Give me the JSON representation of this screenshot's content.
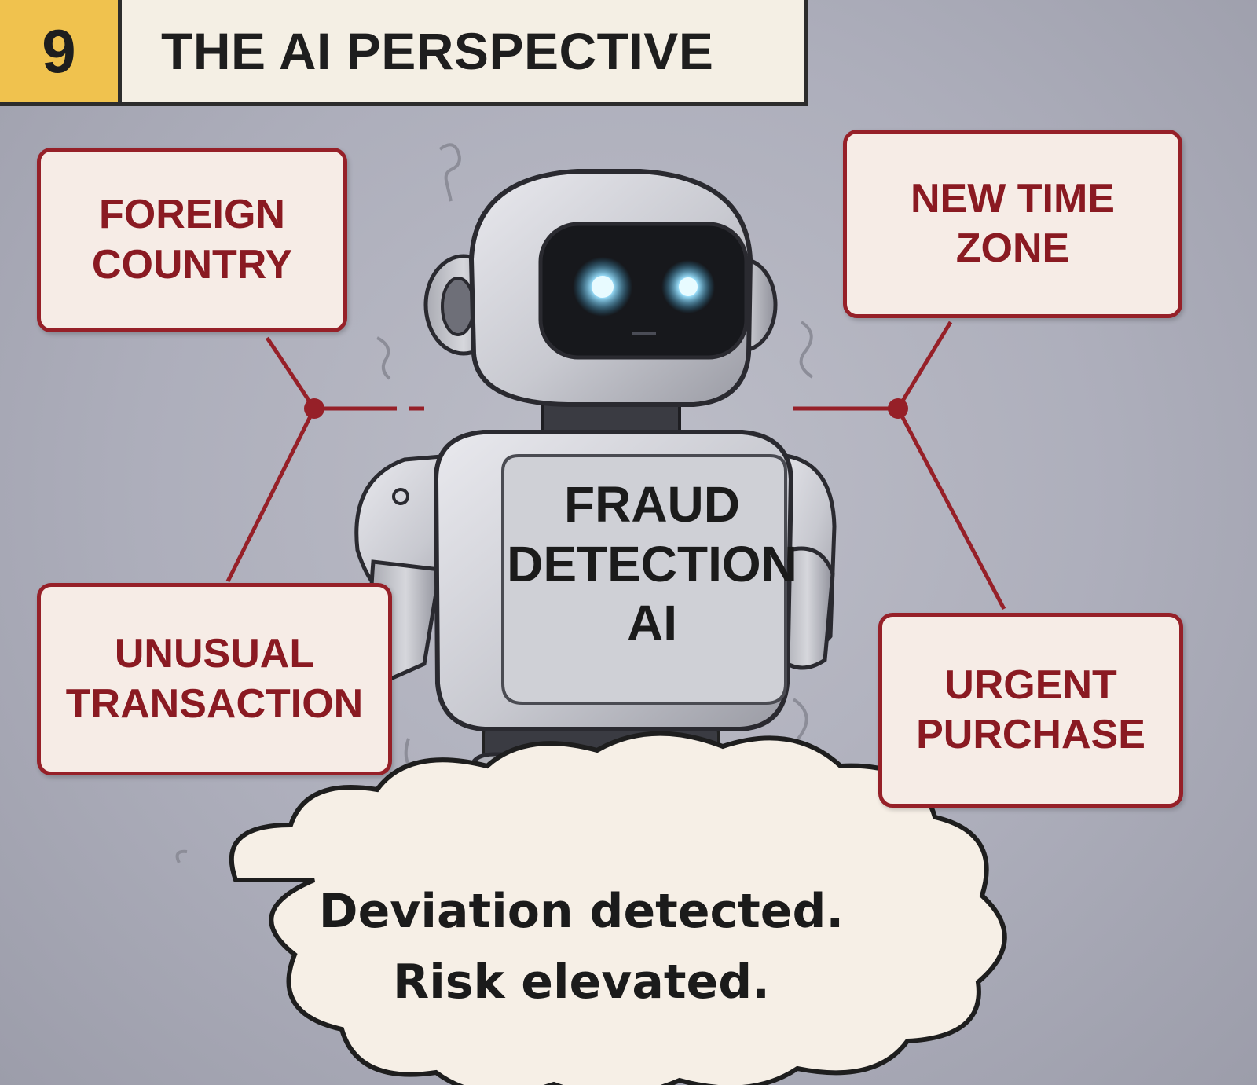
{
  "header": {
    "number": "9",
    "title": "THE AI PERSPECTIVE"
  },
  "labels": {
    "foreign": "FOREIGN\nCOUNTRY",
    "timezone": "NEW TIME\nZONE",
    "unusual": "UNUSUAL\nTRANSACTION",
    "urgent": "URGENT\nPURCHASE"
  },
  "robot": {
    "chest_label": "FRAUD\nDETECTION\nAI"
  },
  "thought": {
    "text": "Deviation detected.\nRisk elevated."
  },
  "colors": {
    "accent_red": "#962028",
    "panel_number_yellow": "#f0c24e",
    "eye_glow": "#9fe3ff"
  }
}
